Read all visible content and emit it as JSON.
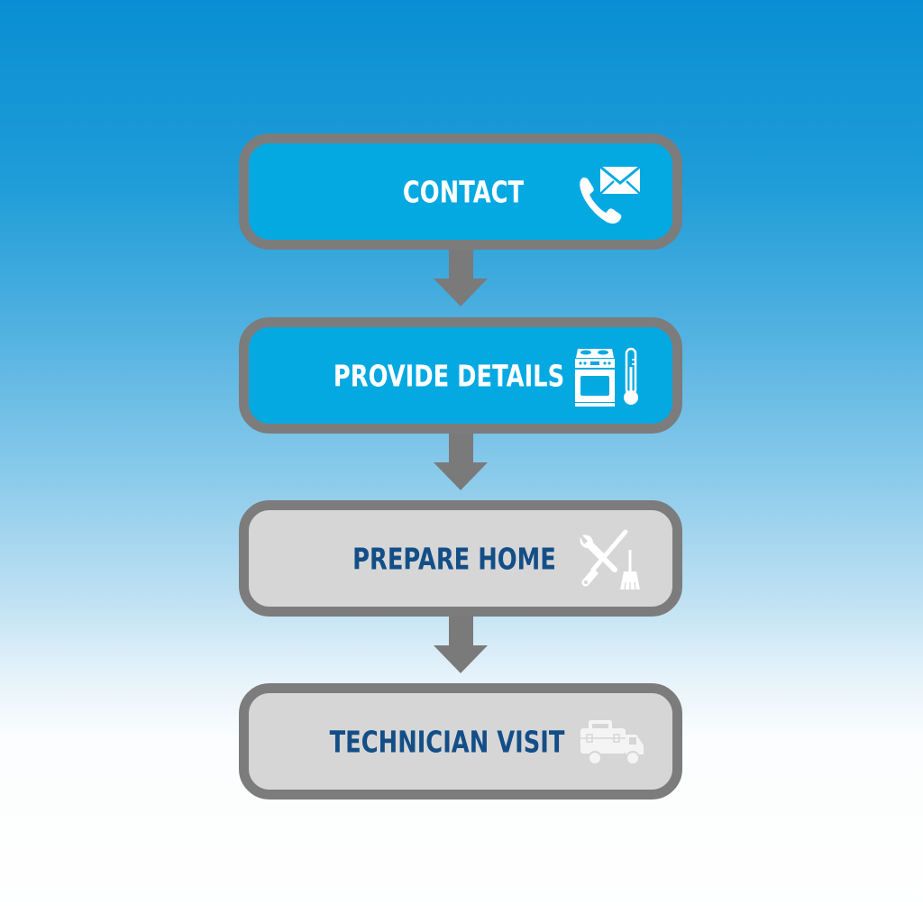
{
  "diagram": {
    "type": "vertical-process-flow",
    "colors": {
      "active_fill": "#04a9e2",
      "inactive_fill": "#d6d6d6",
      "border": "#7c7c7c",
      "arrow": "#7a7a7a",
      "active_text": "#ffffff",
      "inactive_text": "#134e87",
      "icon_color": "#ffffff"
    },
    "steps": [
      {
        "label": "CONTACT",
        "icon": "phone-envelope-icon",
        "state": "active"
      },
      {
        "label": "PROVIDE DETAILS",
        "icon": "stove-thermometer-icon",
        "state": "active"
      },
      {
        "label": "PREPARE HOME",
        "icon": "wrench-broom-icon",
        "state": "inactive"
      },
      {
        "label": "TECHNICIAN VISIT",
        "icon": "toolbox-truck-icon",
        "state": "inactive"
      }
    ],
    "connectors": [
      {
        "from": 0,
        "to": 1,
        "icon": "down-arrow-icon"
      },
      {
        "from": 1,
        "to": 2,
        "icon": "down-arrow-icon"
      },
      {
        "from": 2,
        "to": 3,
        "icon": "down-arrow-icon"
      }
    ]
  }
}
